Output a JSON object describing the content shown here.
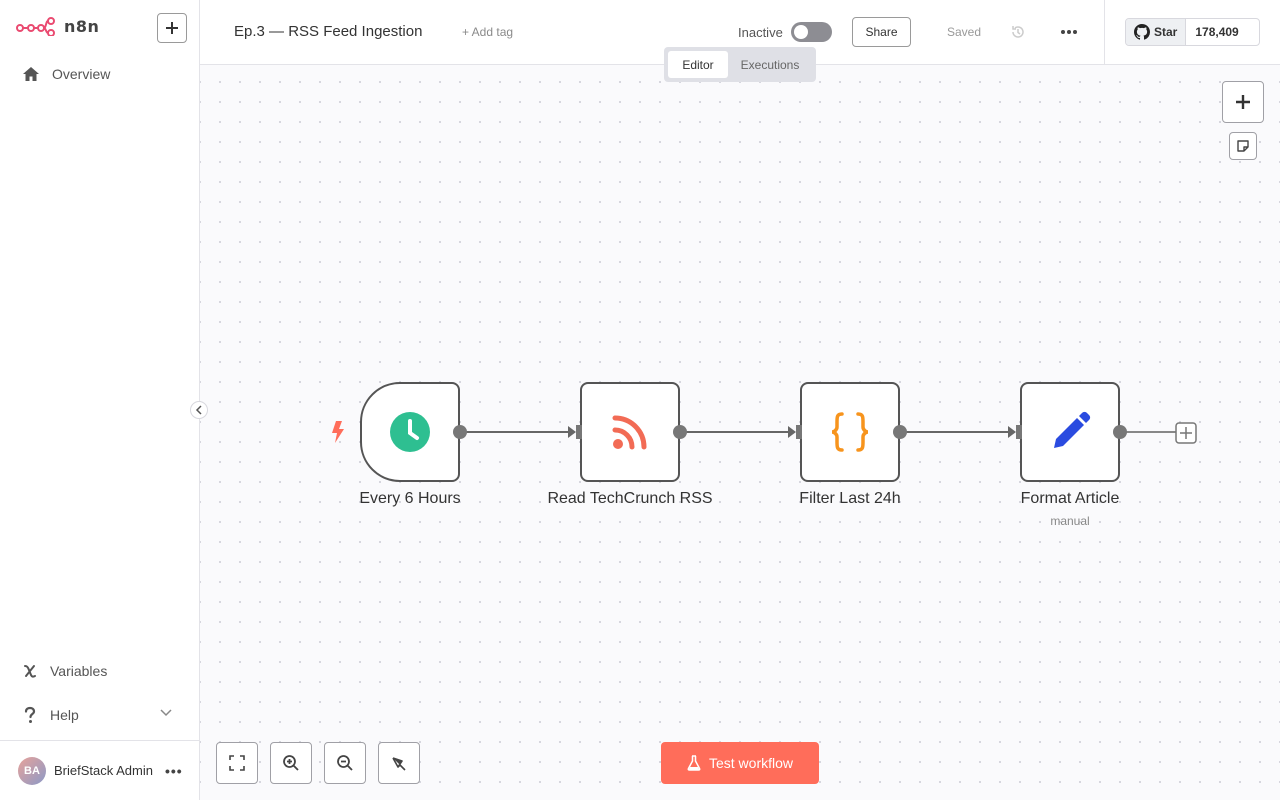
{
  "app": {
    "brand": "n8n",
    "accent": "#ff6d5a"
  },
  "sidebar": {
    "nav": [
      {
        "label": "Overview",
        "icon": "home-icon"
      },
      {
        "label": "Variables",
        "icon": "variables-icon"
      },
      {
        "label": "Help",
        "icon": "help-icon"
      }
    ],
    "user": {
      "initials": "BA",
      "name": "BriefStack Admin"
    }
  },
  "header": {
    "title": "Ep.3 — RSS Feed Ingestion",
    "add_tag": "+ Add tag",
    "status_label": "Inactive",
    "active": false,
    "share_label": "Share",
    "saved_label": "Saved",
    "github": {
      "star_label": "Star",
      "count": "178,409"
    }
  },
  "tabs": [
    {
      "label": "Editor",
      "active": true
    },
    {
      "label": "Executions",
      "active": false
    }
  ],
  "workflow": {
    "nodes": [
      {
        "name": "Every 6 Hours",
        "icon": "clock-icon",
        "color": "#2ebf91",
        "trigger": true
      },
      {
        "name": "Read TechCrunch RSS",
        "icon": "rss-icon",
        "color": "#f26b55"
      },
      {
        "name": "Filter Last 24h",
        "icon": "code-braces-icon",
        "color": "#f7941d"
      },
      {
        "name": "Format Article",
        "icon": "pencil-icon",
        "color": "#2a4be0",
        "subtitle": "manual"
      }
    ]
  },
  "footer": {
    "test_label": "Test workflow"
  }
}
